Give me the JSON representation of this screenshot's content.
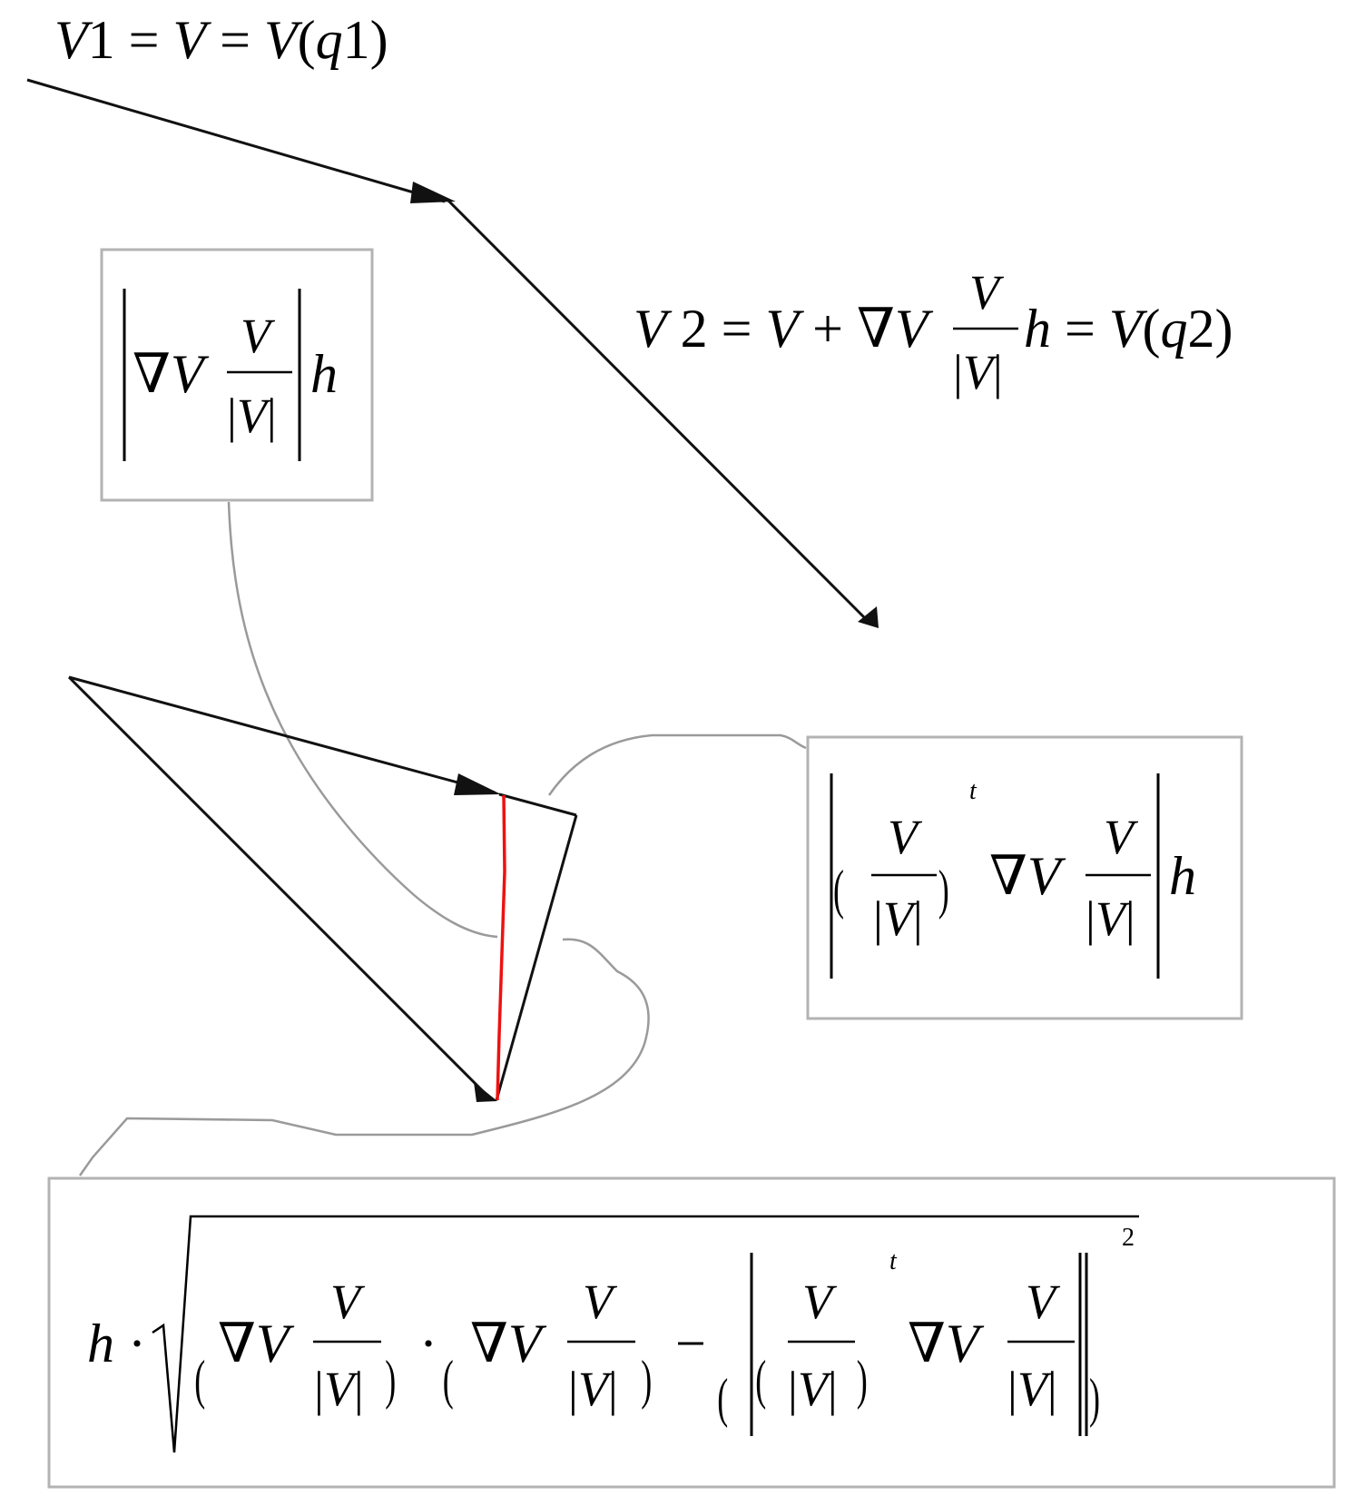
{
  "colors": {
    "line": "#111111",
    "box": "#b3b3b3",
    "connector": "#9a9a9a",
    "highlight": "#ee1111"
  },
  "labels": {
    "v1_equation": "V1 = V = V(q1)",
    "v2_prefix": "V2 = V + ∇V",
    "v2_suffix": "h = V(q2)",
    "grad": "∇V",
    "V": "V",
    "absV": "|V|",
    "h": "h",
    "t": "t",
    "two": "2",
    "h_dot": "h ·",
    "dot": "·",
    "minus": "−"
  }
}
